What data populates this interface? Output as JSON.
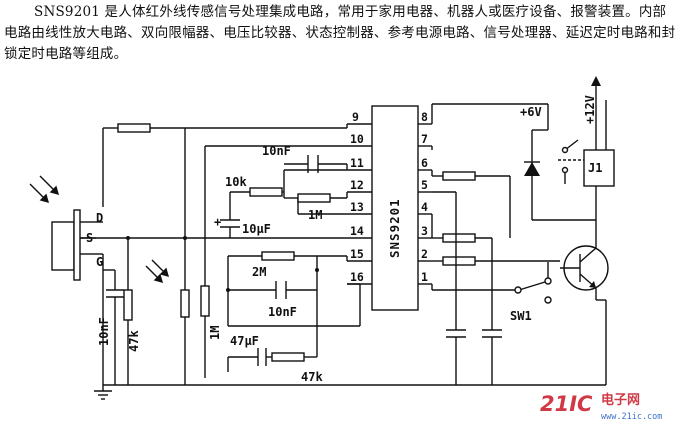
{
  "description": "SNS9201 是人体红外线传感信号处理集成电路，常用于家用电器、机器人或医疗设备、报警装置。内部电路由线性放大电路、双向限幅器、电压比较器、状态控制器、参考电源电路、信号处理器、延迟定时电路和封锁定时电路等组成。",
  "chip": {
    "name": "SNS9201"
  },
  "pins": {
    "p1": "1",
    "p2": "2",
    "p3": "3",
    "p4": "4",
    "p5": "5",
    "p6": "6",
    "p7": "7",
    "p8": "8",
    "p9": "9",
    "p10": "10",
    "p11": "11",
    "p12": "12",
    "p13": "13",
    "p14": "14",
    "p15": "15",
    "p16": "16"
  },
  "components": {
    "c_10nf_top": "10nF",
    "r_10k": "10k",
    "r_1m_fb": "1M",
    "c_10uf": "10μF",
    "c_plus": "+",
    "r_2m": "2M",
    "c_10nf_mid": "10nF",
    "c_47uf": "47μF",
    "r_47k_bottom": "47k",
    "c_10nf_left": "10nF",
    "r_47k_left": "47k",
    "r_1m_left": "1M",
    "switch": "SW1",
    "relay": "J1"
  },
  "sensor": {
    "d": "D",
    "s": "S",
    "g": "G"
  },
  "supply": {
    "v6": "+6V",
    "v12": "+12V"
  },
  "watermark": {
    "brand": "21IC",
    "cn": "电子网",
    "url": "www.21ic.com"
  }
}
